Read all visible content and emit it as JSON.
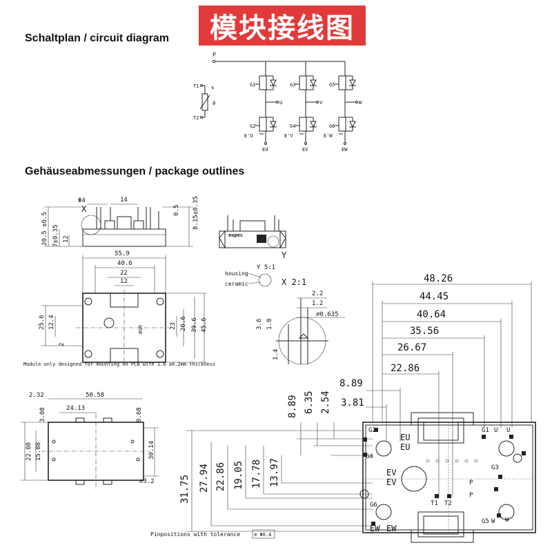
{
  "banner": {
    "title": "模块接线图",
    "color": "#e23a3a"
  },
  "headings": {
    "schaltplan": "Schaltplan / circuit diagram",
    "gehaeuse": "Gehäuseabmessungen / package outlines"
  },
  "circuit": {
    "p": "P",
    "t1": "T1",
    "t2": "T2",
    "theta": "ϑ",
    "g1": "G1",
    "g2": "G2",
    "g3": "G3",
    "g4": "G4",
    "g5": "G5",
    "g6": "G6",
    "u": "U",
    "v": "V",
    "w": "W",
    "eu_prime": "E'U",
    "ev_prime": "E'V",
    "ew_prime": "E'W",
    "eu": "EU",
    "ev": "EV",
    "ew": "EW"
  },
  "side_view": {
    "d_hole": "Φ4",
    "d_14": "14",
    "d_05": "0.5",
    "d_815": "8.15±0.35",
    "d_205": "20.5 ±0.5",
    "d_7": "7±0.35",
    "d_12": "12",
    "x": "X"
  },
  "top_view": {
    "d_559": "55.9",
    "d_406": "40.6",
    "d_22": "22",
    "d_12": "12",
    "d_256": "25.6",
    "d_124": "12.4",
    "d_2": "2",
    "d_23": "23",
    "d_266": "26.6",
    "d_396": "39.6",
    "d_456": "45.6"
  },
  "front_view": {
    "brand": "eupec",
    "y": "Y"
  },
  "details": {
    "y51": "Y 5:1",
    "housing": "housing",
    "ceramic": "ceramic",
    "x21": "X 2:1",
    "d_22": "2.2",
    "d_12": "1.2",
    "d_0635": "⌀0.635",
    "d_36": "3.6",
    "d_18": "1.8",
    "d_14": "1.4"
  },
  "note": "Module only designed for mounting on PCB with 1.6 ±0.2mm thickness",
  "bottom_view": {
    "d_232": "2.32",
    "d_5058": "50.58",
    "d_308": "3.08",
    "d_2413": "24.13",
    "d_968": "9.68",
    "d_2208": "22.08",
    "d_1588": "15.88",
    "d_3014": "30.14",
    "d_32": "⌀3.2"
  },
  "pin_view": {
    "h_4826": "48.26",
    "h_4445": "44.45",
    "h_4064": "40.64",
    "h_3556": "35.56",
    "h_2667": "26.67",
    "h_2286": "22.86",
    "h_889": "8.89",
    "h_381": "3.81",
    "v_889": "8.89",
    "v_635": "6.35",
    "v_254": "2.54",
    "v_3175": "31.75",
    "v_2794": "27.94",
    "v_2286": "22.86",
    "v_1905": "19.05",
    "v_1778": "17.78",
    "v_1397": "13.97",
    "pins": {
      "g2": "G2",
      "eu1": "EU",
      "eu2": "EU",
      "g4": "G4",
      "ev1": "EV",
      "ev2": "EV",
      "g6": "G6",
      "ew1": "EW",
      "ew2": "EW",
      "g1": "G1",
      "u1": "U",
      "u2": "U",
      "g3": "G3",
      "p1": "P",
      "p2": "P",
      "t1": "T1",
      "t2": "T2",
      "g5": "G5",
      "w1": "W",
      "w2": "W"
    }
  },
  "tolerance": {
    "label": "Pinpositions with tolerance",
    "symbol": "⊕ Φ0.4"
  }
}
